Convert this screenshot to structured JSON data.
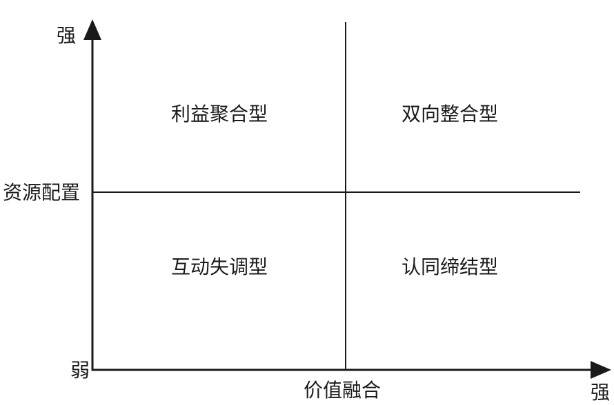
{
  "diagram": {
    "type": "quadrant-matrix",
    "y_axis": {
      "name": "资源配置",
      "high_label": "强",
      "low_label": "弱"
    },
    "x_axis": {
      "name": "价值融合",
      "high_label": "强"
    },
    "quadrants": {
      "top_left": "利益聚合型",
      "top_right": "双向整合型",
      "bottom_left": "互动失调型",
      "bottom_right": "认同缔结型"
    },
    "colors": {
      "line": "#1a1a1a",
      "background": "#ffffff"
    }
  }
}
